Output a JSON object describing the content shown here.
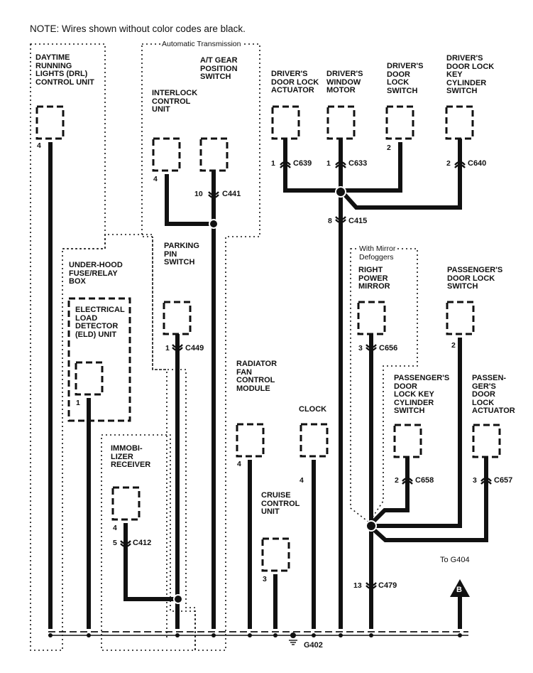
{
  "note": "NOTE: Wires shown without color codes are black.",
  "groups": {
    "automatic_transmission": "Automatic Transmission",
    "with_mirror_defoggers": "With Mirror\nDefoggers"
  },
  "components": {
    "drl": "DAYTIME\nRUNNING\nLIGHTS (DRL)\nCONTROL UNIT",
    "at_gear": "A/T GEAR\nPOSITION\nSWITCH",
    "interlock": "INTERLOCK\nCONTROL\nUNIT",
    "drv_door_lock_act": "DRIVER'S\nDOOR LOCK\nACTUATOR",
    "drv_window_motor": "DRIVER'S\nWINDOW\nMOTOR",
    "drv_door_lock_sw": "DRIVER'S\nDOOR\nLOCK\nSWITCH",
    "drv_key_cyl": "DRIVER'S\nDOOR LOCK\nKEY\nCYLINDER\nSWITCH",
    "underhood": "UNDER-HOOD\nFUSE/RELAY\nBOX",
    "eld": "ELECTRICAL\nLOAD\nDETECTOR\n(ELD) UNIT",
    "parking_pin": "PARKING\nPIN\nSWITCH",
    "right_mirror": "RIGHT\nPOWER\nMIRROR",
    "pass_door_lock_sw": "PASSENGER'S\nDOOR LOCK\nSWITCH",
    "radiator_fan": "RADIATOR\nFAN\nCONTROL\nMODULE",
    "clock": "CLOCK",
    "pass_key_cyl": "PASSENGER'S\nDOOR\nLOCK KEY\nCYLINDER\nSWITCH",
    "pass_door_lock_act": "PASSEN-\nGER'S\nDOOR\nLOCK\nACTUATOR",
    "immobilizer": "IMMOBI-\nLIZER\nRECEIVER",
    "cruise": "CRUISE\nCONTROL\nUNIT"
  },
  "pins": {
    "drl": "4",
    "interlock": "4",
    "at_gear": "10",
    "drv_door_lock_act": "1",
    "drv_window_motor": "1",
    "drv_door_lock_sw": "2",
    "drv_key_cyl": "2",
    "c415": "8",
    "eld": "1",
    "parking_pin": "1",
    "right_mirror": "3",
    "pass_door_lock_sw": "2",
    "radiator_fan": "4",
    "clock": "4",
    "pass_key_cyl": "2",
    "pass_door_lock_act": "3",
    "immobilizer_a": "4",
    "immobilizer_b": "5",
    "cruise": "3",
    "c479": "13"
  },
  "connectors": {
    "c441": "C441",
    "c639": "C639",
    "c633": "C633",
    "c640": "C640",
    "c415": "C415",
    "c449": "C449",
    "c656": "C656",
    "c658": "C658",
    "c657": "C657",
    "c412": "C412",
    "c479": "C479"
  },
  "ground": {
    "label": "G402",
    "to_label": "To G404",
    "arrow_letter": "B"
  }
}
